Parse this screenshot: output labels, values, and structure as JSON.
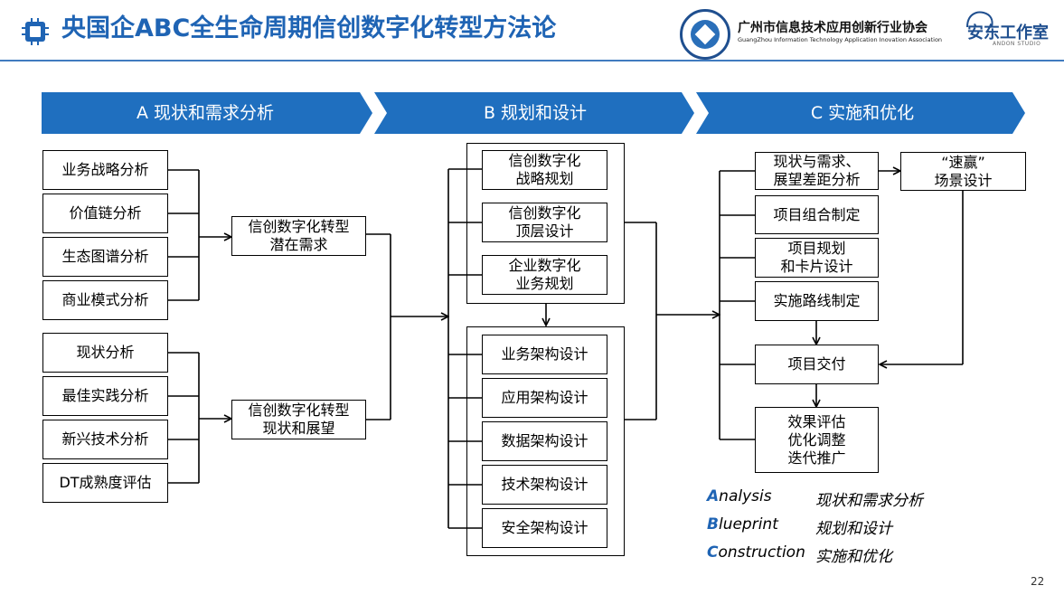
{
  "header": {
    "title": "央国企ABC全生命周期信创数字化转型方法论",
    "association_cn": "广州市信息技术应用创新行业协会",
    "association_en": "GuangZhou Information Technology Application Inovation Association",
    "studio_cn": "安东工作室",
    "studio_en": "ANDON STUDIO",
    "colors": {
      "accent": "#1f64b4",
      "chevron": "#1f6fbf"
    }
  },
  "phases": {
    "a": "A 现状和需求分析",
    "b": "B 规划和设计",
    "c": "C 实施和优化"
  },
  "col_a": {
    "items": [
      "业务战略分析",
      "价值链分析",
      "生态图谱分析",
      "商业模式分析",
      "现状分析",
      "最佳实践分析",
      "新兴技术分析",
      "DT成熟度评估"
    ],
    "need_1": "信创数字化转型\n潜在需求",
    "need_2": "信创数字化转型\n现状和展望"
  },
  "col_b": {
    "plan": [
      "信创数字化\n战略规划",
      "信创数字化\n顶层设计",
      "企业数字化\n业务规划"
    ],
    "arch": [
      "业务架构设计",
      "应用架构设计",
      "数据架构设计",
      "技术架构设计",
      "安全架构设计"
    ]
  },
  "col_c": {
    "gap": "现状与需求、\n展望差距分析",
    "quick_win": "“速赢”\n场景设计",
    "portfolio": "项目组合制定",
    "card": "项目规划\n和卡片设计",
    "roadmap": "实施路线制定",
    "delivery": "项目交付",
    "eval": "效果评估\n优化调整\n迭代推广"
  },
  "legend": [
    {
      "initial": "A",
      "rest": "nalysis",
      "cn": "现状和需求分析"
    },
    {
      "initial": "B",
      "rest": "lueprint",
      "cn": "规划和设计"
    },
    {
      "initial": "C",
      "rest": "onstruction",
      "cn": "实施和优化"
    }
  ],
  "page_number": "22"
}
